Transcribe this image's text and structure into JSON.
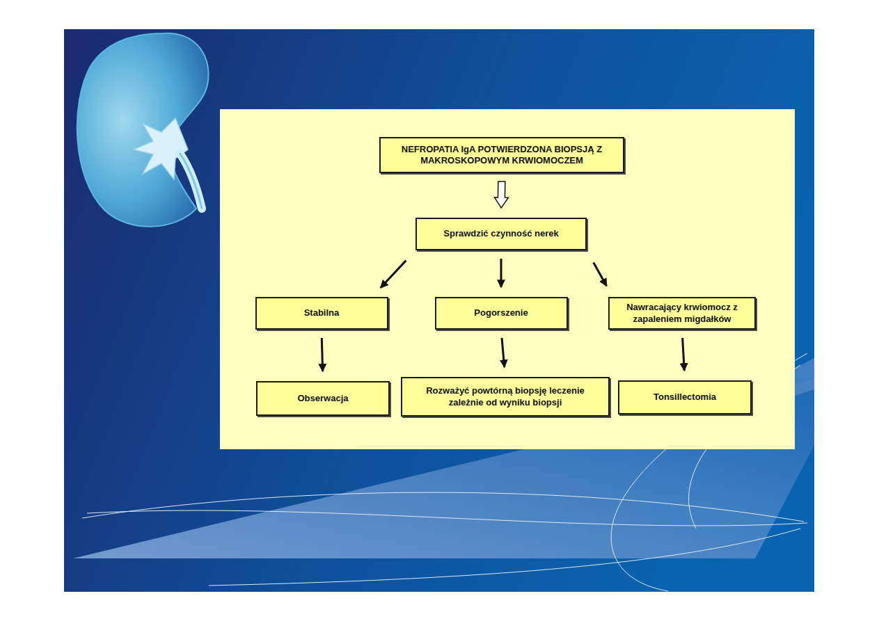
{
  "diagram": {
    "nodes": [
      {
        "text": [
          "NEFROPATIA IgA POTWIERDZONA BIOPSJĄ Z MAKROSKOPOWYM KRWIOMOCZEM"
        ]
      },
      {
        "text": [
          "Sprawdzić czynność nerek"
        ]
      },
      {
        "text": [
          "Stabilna"
        ]
      },
      {
        "text": [
          "Pogorszenie"
        ]
      },
      {
        "text": [
          "Nawracający krwiomocz z zapaleniem migdałków"
        ]
      },
      {
        "text": [
          "Obserwacja"
        ]
      },
      {
        "text": [
          "Rozważyć powtórną biopsję leczenie zależnie od wyniku biopsji"
        ]
      },
      {
        "text": [
          "Tonsillectomia"
        ]
      }
    ],
    "edges": [
      {
        "from": 0,
        "to": 1,
        "arrow": "to"
      },
      {
        "from": 1,
        "to": 2,
        "arrow": "to"
      },
      {
        "from": 1,
        "to": 3,
        "arrow": "to"
      },
      {
        "from": 1,
        "to": 4,
        "arrow": "to"
      },
      {
        "from": 2,
        "to": 5,
        "arrow": "to"
      },
      {
        "from": 3,
        "to": 6,
        "arrow": "to"
      },
      {
        "from": 4,
        "to": 7,
        "arrow": "to"
      }
    ]
  }
}
